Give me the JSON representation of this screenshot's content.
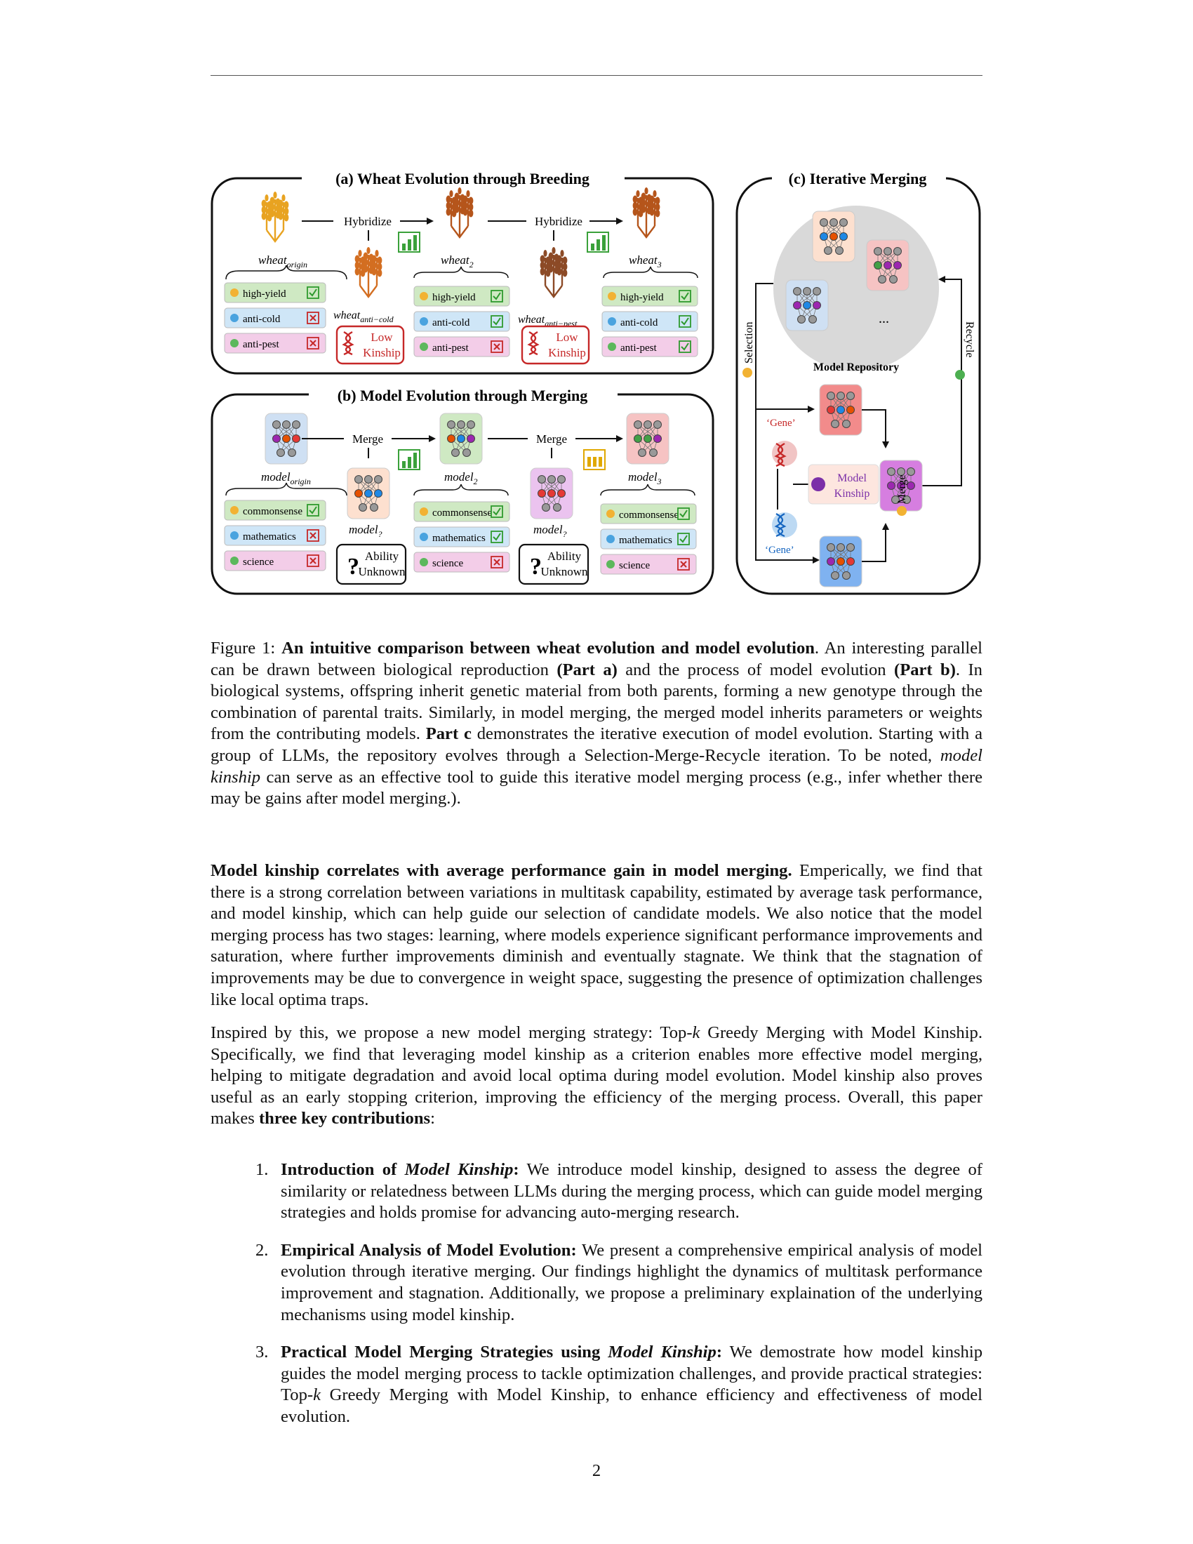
{
  "figure": {
    "panel_a": {
      "title": "(a) Wheat Evolution through Breeding",
      "hybridize_1": "Hybridize",
      "hybridize_2": "Hybridize",
      "wheat_origin": "wheat",
      "wheat_origin_sub": "origin",
      "wheat_2": "wheat",
      "wheat_2_sub": "2",
      "wheat_3": "wheat",
      "wheat_3_sub": "3",
      "wheat_anticold": "wheat",
      "wheat_anticold_sub": "anti−cold",
      "wheat_antipest": "wheat",
      "wheat_antipest_sub": "anti−pest",
      "low_kinship_1": [
        "Low",
        "Kinship"
      ],
      "low_kinship_2": [
        "Low",
        "Kinship"
      ],
      "traits": [
        "high-yield",
        "anti-cold",
        "anti-pest"
      ],
      "marks_origin": [
        "check",
        "cross",
        "cross"
      ],
      "marks_2": [
        "check",
        "check",
        "cross"
      ],
      "marks_3": [
        "check",
        "check",
        "check"
      ]
    },
    "panel_b": {
      "title": "(b) Model Evolution through Merging",
      "merge_1": "Merge",
      "merge_2": "Merge",
      "model_origin": "model",
      "model_origin_sub": "origin",
      "model_2": "model",
      "model_2_sub": "2",
      "model_3": "model",
      "model_3_sub": "3",
      "model_q1": "model",
      "model_q1_sub": "?",
      "model_q2": "model",
      "model_q2_sub": "?",
      "ability_1": [
        "Ability",
        "Unknown"
      ],
      "ability_2": [
        "Ability",
        "Unknown"
      ],
      "abilities": [
        "commonsense",
        "mathematics",
        "science"
      ],
      "marks_origin": [
        "check",
        "cross",
        "cross"
      ],
      "marks_2": [
        "check",
        "check",
        "cross"
      ],
      "marks_3": [
        "check",
        "check",
        "cross"
      ]
    },
    "panel_c": {
      "title": "(c) Iterative Merging",
      "repository": "Model Repository",
      "ellipsis": "...",
      "selection": "Selection",
      "recycle": "Recycle",
      "merge": "Merge",
      "gene_1": "‘Gene’",
      "gene_2": "‘Gene’",
      "model_kinship": [
        "Model",
        "Kinship"
      ]
    },
    "colors": {
      "green": "#cfe9c3",
      "blue": "#cfe6f7",
      "pink": "#f3cde8",
      "red": "#c62828",
      "check": "#2e9a2e",
      "wheat_gold": "#e8a321",
      "wheat_brown": "#b5551b"
    }
  },
  "caption": {
    "label": "Figure 1: ",
    "bold": "An intuitive comparison between wheat evolution and model evolution",
    "t1": ". An interesting parallel can be drawn between biological reproduction ",
    "b2": "(Part a)",
    "t2": " and the process of model evolution ",
    "b3": "(Part b)",
    "t3": ". In biological systems, offspring inherit genetic material from both parents, forming a new genotype through the combination of parental traits. Similarly, in model merging, the merged model inherits parameters or weights from the contributing models. ",
    "b4": "Part c",
    "t4": " demonstrates the iterative execution of model evolution. Starting with a group of LLMs, the repository evolves through a Selection-Merge-Recycle iteration. To be noted, ",
    "i5": "model kinship",
    "t5": " can serve as an effective tool to guide this iterative model merging process (e.g., infer whether there may be gains after model merging.)."
  },
  "para1": {
    "bold": "Model kinship correlates with average performance gain in model merging.",
    "text": " Emperically, we find that there is a strong correlation between variations in multitask capability, estimated by average task performance, and model kinship, which can help guide our selection of candidate models. We also notice that the model merging process has two stages: learning, where models experience significant performance improvements and saturation, where further improvements diminish and eventually stagnate. We think that the stagnation of improvements may be due to convergence in weight space, suggesting the presence of optimization challenges like local optima traps."
  },
  "para2": {
    "t1": "Inspired by this, we propose a new model merging strategy: Top-",
    "k": "k",
    "t2": " Greedy Merging with Model Kinship. Specifically, we find that leveraging model kinship as a criterion enables more effective model merging, helping to mitigate degradation and avoid local optima during model evolution. Model kinship also proves useful as an early stopping criterion, improving the efficiency of the merging process. Overall, this paper makes ",
    "bold": "three key contributions",
    "t3": ":"
  },
  "list": [
    {
      "num": "1.",
      "b1": "Introduction of ",
      "bi": "Model Kinship",
      "b2": ":",
      "text": " We introduce model kinship, designed to assess the degree of similarity or relatedness between LLMs during the merging process, which can guide model merging strategies and holds promise for advancing auto-merging research."
    },
    {
      "num": "2.",
      "b1": "Empirical Analysis of Model Evolution:",
      "text": " We present a comprehensive empirical analysis of model evolution through iterative merging. Our findings highlight the dynamics of multitask performance improvement and stagnation. Additionally, we propose a preliminary explaination of the underlying mechanisms using model kinship."
    },
    {
      "num": "3.",
      "b1": "Practical Model Merging Strategies using ",
      "bi": "Model Kinship",
      "b2": ":",
      "t1": " We demostrate how model kinship guides the model merging process to tackle optimization challenges, and provide practical strategies: Top-",
      "k": "k",
      "t2": " Greedy Merging with Model Kinship, to enhance efficiency and effectiveness of model evolution."
    }
  ],
  "page_number": "2"
}
